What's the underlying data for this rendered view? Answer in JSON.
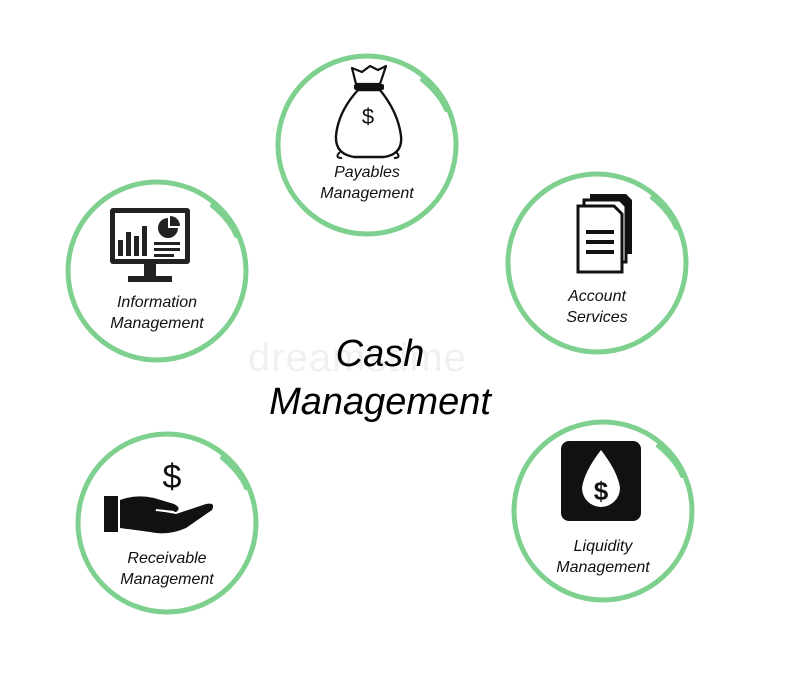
{
  "diagram": {
    "title_line1": "Cash",
    "title_line2": "Management",
    "accent_color": "#7ed08e",
    "watermark": "dreamstime",
    "nodes": [
      {
        "id": "payables",
        "line1": "Payables",
        "line2": "Management",
        "icon": "money-bag-icon"
      },
      {
        "id": "account",
        "line1": "Account",
        "line2": "Services",
        "icon": "documents-icon"
      },
      {
        "id": "information",
        "line1": "Information",
        "line2": "Management",
        "icon": "monitor-chart-icon"
      },
      {
        "id": "receivable",
        "line1": "Receivable",
        "line2": "Management",
        "icon": "hand-dollar-icon"
      },
      {
        "id": "liquidity",
        "line1": "Liquidity",
        "line2": "Management",
        "icon": "drop-dollar-icon"
      }
    ]
  }
}
